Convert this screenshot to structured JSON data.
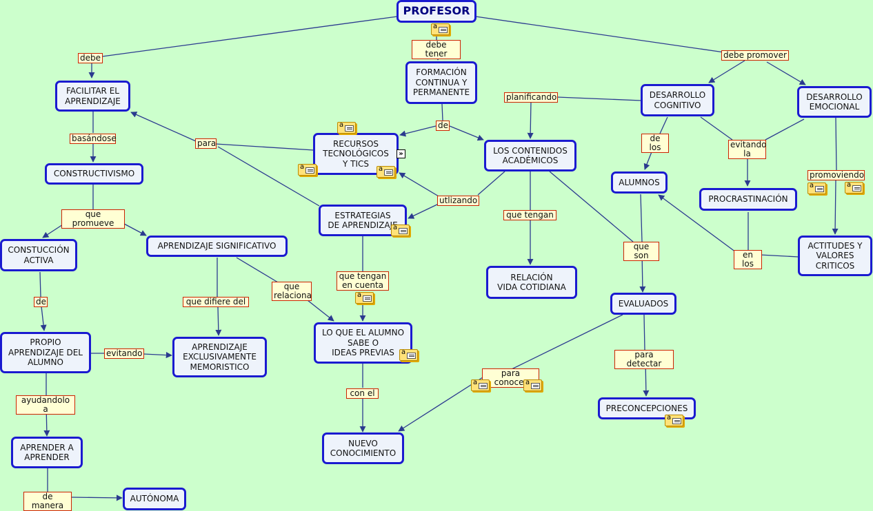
{
  "nodes": {
    "profesor": "PROFESOR",
    "facilitar": "FACILITAR EL\nAPRENDIZAJE",
    "formacion": "FORMACIÓN\nCONTINUA Y\nPERMANENTE",
    "recursos": "RECURSOS\nTECNOLÓGICOS\nY TICS",
    "contenidos": "LOS CONTENIDOS\nACADÉMICOS",
    "desCognitivo": "DESARROLLO\nCOGNITIVO",
    "desEmocional": "DESARROLLO\nEMOCIONAL",
    "constructivismo": "CONSTRUCTIVISMO",
    "alumnos": "ALUMNOS",
    "procrastinacion": "PROCRASTINACIÓN",
    "construccion": "CONSTUCCIÓN\nACTIVA",
    "aprSignificativo": "APRENDIZAJE SIGNIFICATIVO",
    "estrategias": "ESTRATEGIAS\nDE APRENDIZAJE",
    "actitudes": "ACTITUDES Y\nVALORES\nCRITICOS",
    "relacion": "RELACIÓN\nVIDA COTIDIANA",
    "evaluados": "EVALUADOS",
    "propio": "PROPIO\nAPRENDIZAJE DEL\nALUMNO",
    "memoristico": "APRENDIZAJE\nEXCLUSIVAMENTE\nMEMORISTICO",
    "loQueSabe": "LO QUE EL ALUMNO\nSABE O\nIDEAS PREVIAS",
    "preconcepciones": "PRECONCEPCIONES",
    "aprenderA": "APRENDER A\nAPRENDER",
    "nuevo": "NUEVO\nCONOCIMIENTO",
    "autonoma": "AUTÓNOMA"
  },
  "labels": {
    "debe": "debe",
    "debeTener": "debe tener",
    "debePromover": "debe promover",
    "planificando": "planificando",
    "basandose": "basándose",
    "para": "para",
    "de1": "de",
    "deLos": "de los",
    "evitandoLa": "evitando\nla",
    "promoviendo": "promoviendo",
    "quePromueve": "que promueve",
    "utlizando": "utlizando",
    "queTengan1": "que tengan",
    "queSon": "que son",
    "enLos": "en los",
    "de2": "de",
    "queDifiere": "que difiere del",
    "queRelaciona": "que\nrelaciona",
    "queTenganCuenta": "que tengan\nen cuenta",
    "paraDetectar": "para detectar",
    "evitando": "evitando",
    "paraConocer": "para conocer",
    "ayudandolo": "ayudandolo a",
    "conEl": "con el",
    "deManera": "de manera"
  },
  "icons": {
    "note": "note-icon",
    "expand": "expand-icon",
    "note_letter": "a",
    "expand_glyph": "»"
  },
  "colors": {
    "background": "#ccffcc",
    "node_border": "#1a1ad0",
    "node_fill": "#eef3fb",
    "line": "#2b3a8f",
    "label_border": "#cc2200",
    "label_fill": "#ffffd4"
  }
}
